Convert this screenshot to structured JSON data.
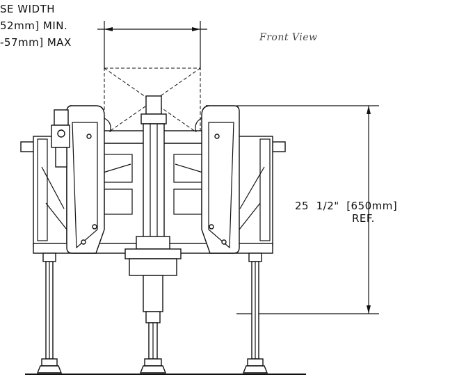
{
  "labels": {
    "case_width_line1": "SE WIDTH",
    "case_width_line2": "52mm] MIN.",
    "case_width_line3": "-57mm] MAX",
    "view_title": "Front View",
    "height_line1": "25  1/2\"  [650mm]",
    "height_line2": "REF."
  },
  "colors": {
    "line": "#111111",
    "caption": "#444444",
    "background": "#ffffff"
  }
}
